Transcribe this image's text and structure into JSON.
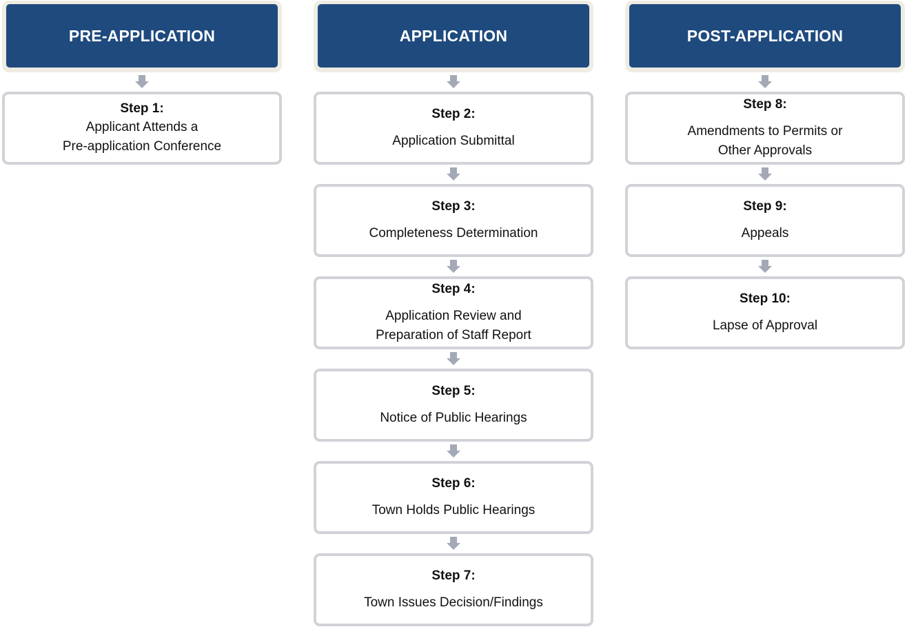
{
  "columns": [
    {
      "header": "PRE-APPLICATION",
      "steps": [
        {
          "label": "Step 1:",
          "lines": [
            "Applicant Attends a",
            "Pre-application Conference"
          ]
        }
      ]
    },
    {
      "header": "APPLICATION",
      "steps": [
        {
          "label": "Step 2:",
          "lines": [
            "Application Submittal"
          ]
        },
        {
          "label": "Step 3:",
          "lines": [
            "Completeness Determination"
          ]
        },
        {
          "label": "Step 4:",
          "lines": [
            "Application Review and",
            "Preparation of Staff Report"
          ]
        },
        {
          "label": "Step 5:",
          "lines": [
            "Notice of Public Hearings"
          ]
        },
        {
          "label": "Step 6:",
          "lines": [
            "Town Holds Public Hearings"
          ]
        },
        {
          "label": "Step 7:",
          "lines": [
            "Town Issues Decision/Findings"
          ]
        }
      ]
    },
    {
      "header": "POST-APPLICATION",
      "steps": [
        {
          "label": "Step 8:",
          "lines": [
            "Amendments to Permits or",
            "Other Approvals"
          ]
        },
        {
          "label": "Step 9:",
          "lines": [
            "Appeals"
          ]
        },
        {
          "label": "Step 10:",
          "lines": [
            "Lapse of Approval"
          ]
        }
      ]
    }
  ],
  "colors": {
    "header_fill": "#1f4a7e",
    "header_frame": "#efece3",
    "step_border": "#d1d3d8",
    "arrow": "#a3a9b6"
  }
}
